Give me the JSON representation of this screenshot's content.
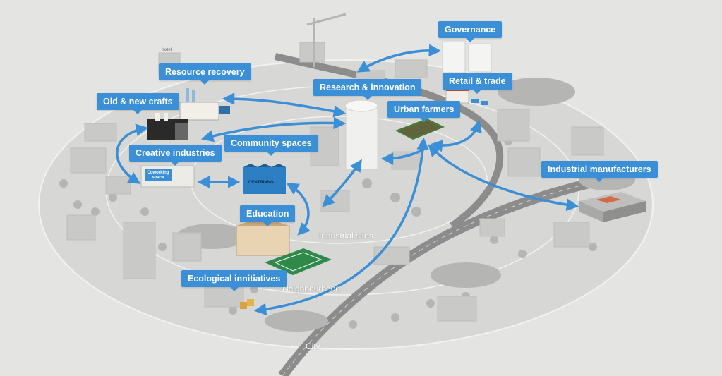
{
  "tags": {
    "governance": "Governance",
    "resource_recovery": "Resource recovery",
    "research_innovation": "Research & innovation",
    "retail_trade": "Retail & trade",
    "old_new_crafts": "Old & new crafts",
    "urban_farmers": "Urban farmers",
    "community_spaces": "Community spaces",
    "creative_industries": "Creative industries",
    "industrial_manufacturers": "Industrial manufacturers",
    "education": "Education",
    "ecological_initiatives": "Ecological innitiatives"
  },
  "rings": {
    "industrial_sites": "Industrial sites",
    "neighbourhood": "Neighbourhood",
    "city": "City"
  },
  "signs": {
    "hotel": "hotel",
    "coworking": "Coworking space",
    "centrinno": "CENTRINNO"
  },
  "colors": {
    "accent": "#3a8fd6",
    "background": "#e4e4e2"
  }
}
